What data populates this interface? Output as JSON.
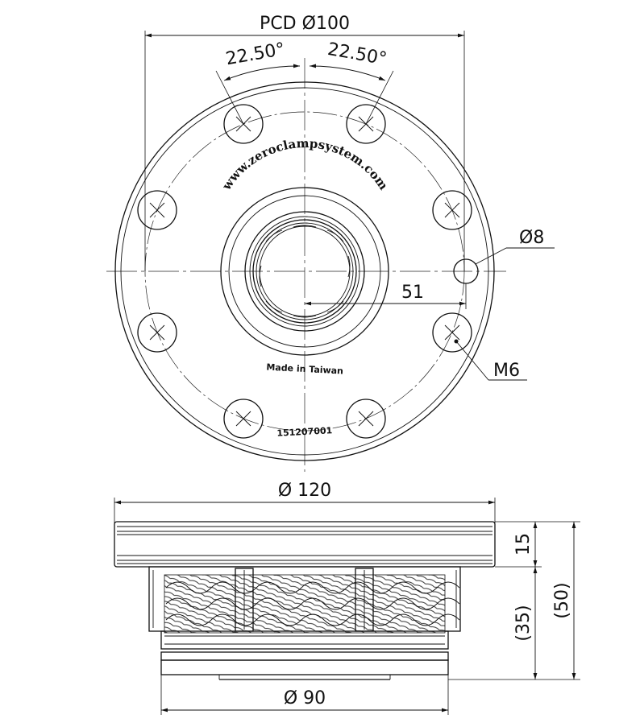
{
  "drawing": {
    "top_view": {
      "pcd_label": "PCD",
      "pcd_value": "100",
      "angle_left": "22.50°",
      "angle_right": "22.50°",
      "hole_diameter": "8",
      "radius_label": "51",
      "thread_label": "M6",
      "url_text": "www.zeroclampsystem.com",
      "made_in_text": "Made in Taiwan",
      "serial_text": "151207001"
    },
    "side_view": {
      "outer_diameter": "120",
      "bottom_diameter": "90",
      "height_top": "15",
      "height_lower": "(35)",
      "height_total": "(50)"
    },
    "diameter_symbol": "Ø"
  }
}
